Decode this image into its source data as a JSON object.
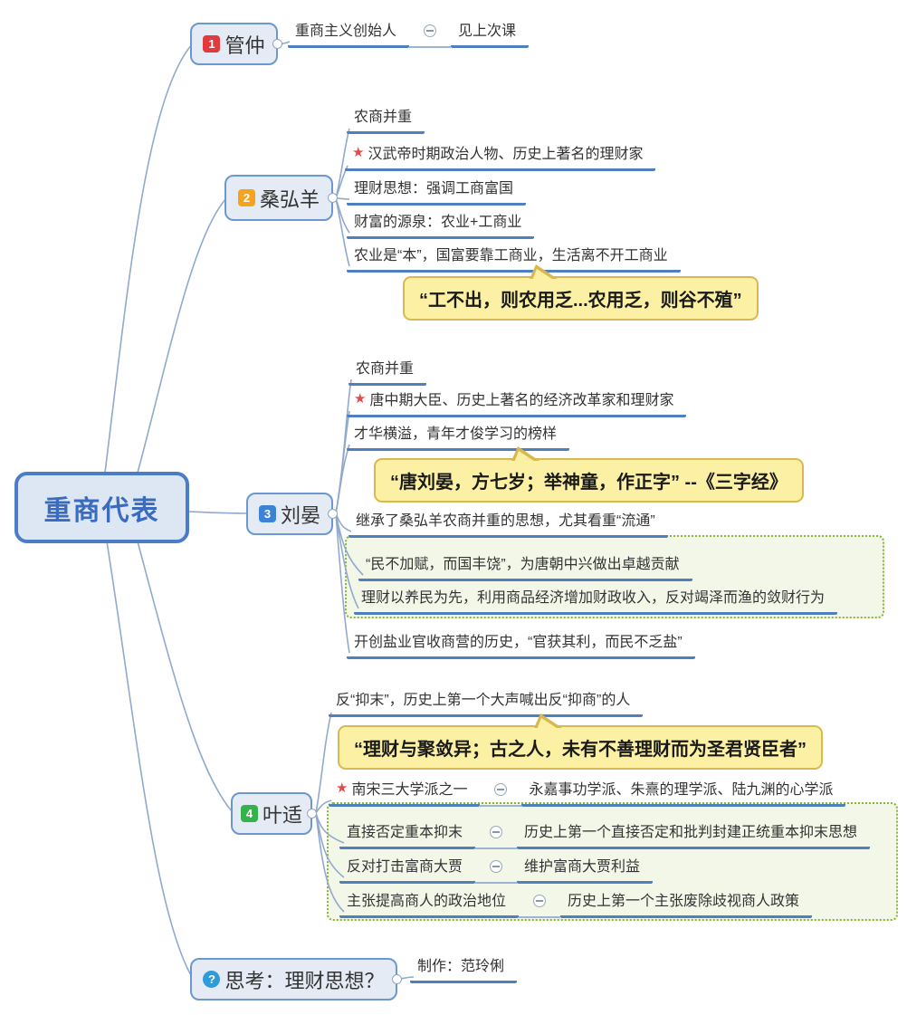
{
  "root": {
    "label": "重商代表"
  },
  "icons": {
    "star": "★"
  },
  "colors": {
    "line_strong": "#4E80BE",
    "line_curve": "#90A9CD",
    "node_border": "#6D97D0",
    "node_fill": "#E4EBF5",
    "main_border": "#4A7CC7",
    "main_fill": "#DCE7F3",
    "main_text": "#3A6BBF",
    "callout_fill": "#FBF0A3",
    "callout_border": "#D9B84E",
    "boundary_fill": "#F2F7E8",
    "boundary_border": "#8CB439",
    "star": "#E04B4B",
    "badge_red": "#E0393E",
    "badge_amber": "#F5A31C",
    "badge_blue": "#3E82D6",
    "badge_green": "#35B34A",
    "badge_question": "#2F9BD8"
  },
  "nodes": {
    "guanzhong": {
      "badge": "1",
      "label": "管仲"
    },
    "sang": {
      "badge": "2",
      "label": "桑弘羊"
    },
    "liu": {
      "badge": "3",
      "label": "刘晏"
    },
    "ye": {
      "badge": "4",
      "label": "叶适"
    },
    "sikao": {
      "badge": "?",
      "label": "思考：理财思想？"
    }
  },
  "guanzhong": {
    "row": {
      "left": "重商主义创始人",
      "right": "见上次课"
    }
  },
  "sang": {
    "items": [
      "农商并重",
      "汉武帝时期政治人物、历史上著名的理财家",
      "理财思想：强调工商富国",
      "财富的源泉：农业+工商业",
      "农业是“本”，国富要靠工商业，生活离不开工商业"
    ],
    "callout": "“工不出，则农用乏...农用乏，则谷不殖”"
  },
  "liu": {
    "items": [
      "农商并重",
      "唐中期大臣、历史上著名的经济改革家和理财家",
      "才华横溢，青年才俊学习的榜样"
    ],
    "callout": "“唐刘晏，方七岁；举神童，作正字” --《三字经》",
    "inherit": "继承了桑弘羊农商并重的思想，尤其看重“流通”",
    "box": [
      "“民不加赋，而国丰饶”，为唐朝中兴做出卓越贡献",
      "理财以养民为先，利用商品经济增加财政收入，反对竭泽而渔的敛财行为"
    ],
    "salt": "开创盐业官收商营的历史，“官获其利，而民不乏盐”"
  },
  "ye": {
    "top": "反“抑末”，历史上第一个大声喊出反“抑商”的人",
    "callout": "“理财与聚敛异；古之人，未有不善理财而为圣君贤臣者”",
    "school": {
      "left": "南宋三大学派之一",
      "right": "永嘉事功学派、朱熹的理学派、陆九渊的心学派"
    },
    "box": [
      {
        "left": "直接否定重本抑末",
        "right": "历史上第一个直接否定和批判封建正统重本抑末思想"
      },
      {
        "left": "反对打击富商大贾",
        "right": "维护富商大贾利益"
      },
      {
        "left": "主张提高商人的政治地位",
        "right": "历史上第一个主张废除歧视商人政策"
      }
    ]
  },
  "sikao": {
    "credit": "制作：范玲俐"
  }
}
